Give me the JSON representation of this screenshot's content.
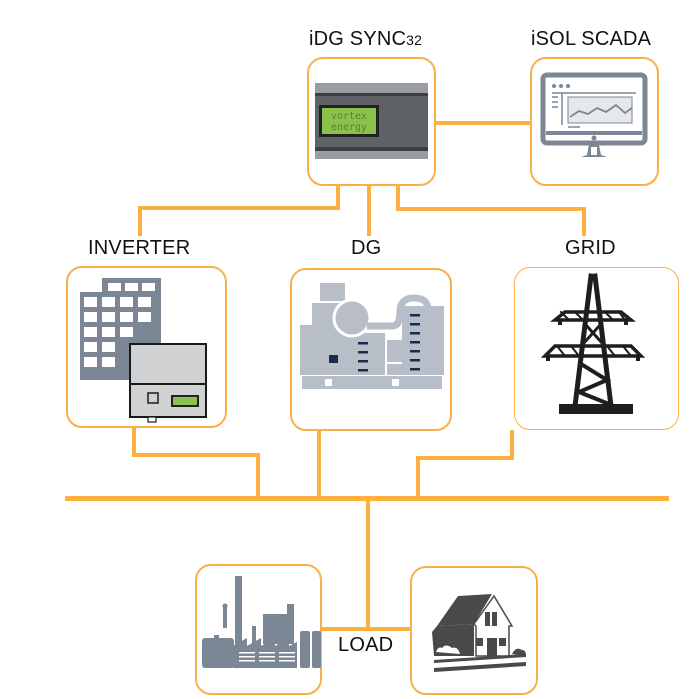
{
  "diagram": {
    "title": "Hybrid power system topology",
    "accent_color": "#fbb040",
    "icon_color": "#7b8794",
    "nodes": [
      {
        "id": "controller",
        "label": "iDG SYNC",
        "label_suffix": "32",
        "icon": "controller-unit-icon",
        "screen_text_line1": "vortex",
        "screen_text_line2": "energy"
      },
      {
        "id": "scada",
        "label": "iSOL SCADA",
        "icon": "monitor-chart-icon"
      },
      {
        "id": "inverter",
        "label": "INVERTER",
        "icon": "solar-inverter-icon"
      },
      {
        "id": "dg",
        "label": "DG",
        "icon": "diesel-generator-icon"
      },
      {
        "id": "grid",
        "label": "GRID",
        "icon": "transmission-tower-icon"
      },
      {
        "id": "load",
        "label": "LOAD",
        "icons": [
          "factory-icon",
          "house-icon"
        ]
      }
    ],
    "edges": [
      {
        "from": "controller",
        "to": "scada"
      },
      {
        "from": "controller",
        "to": "inverter"
      },
      {
        "from": "controller",
        "to": "dg"
      },
      {
        "from": "controller",
        "to": "grid"
      },
      {
        "from": "inverter",
        "to": "bus"
      },
      {
        "from": "dg",
        "to": "bus"
      },
      {
        "from": "grid",
        "to": "bus"
      },
      {
        "from": "bus",
        "to": "load"
      }
    ]
  }
}
